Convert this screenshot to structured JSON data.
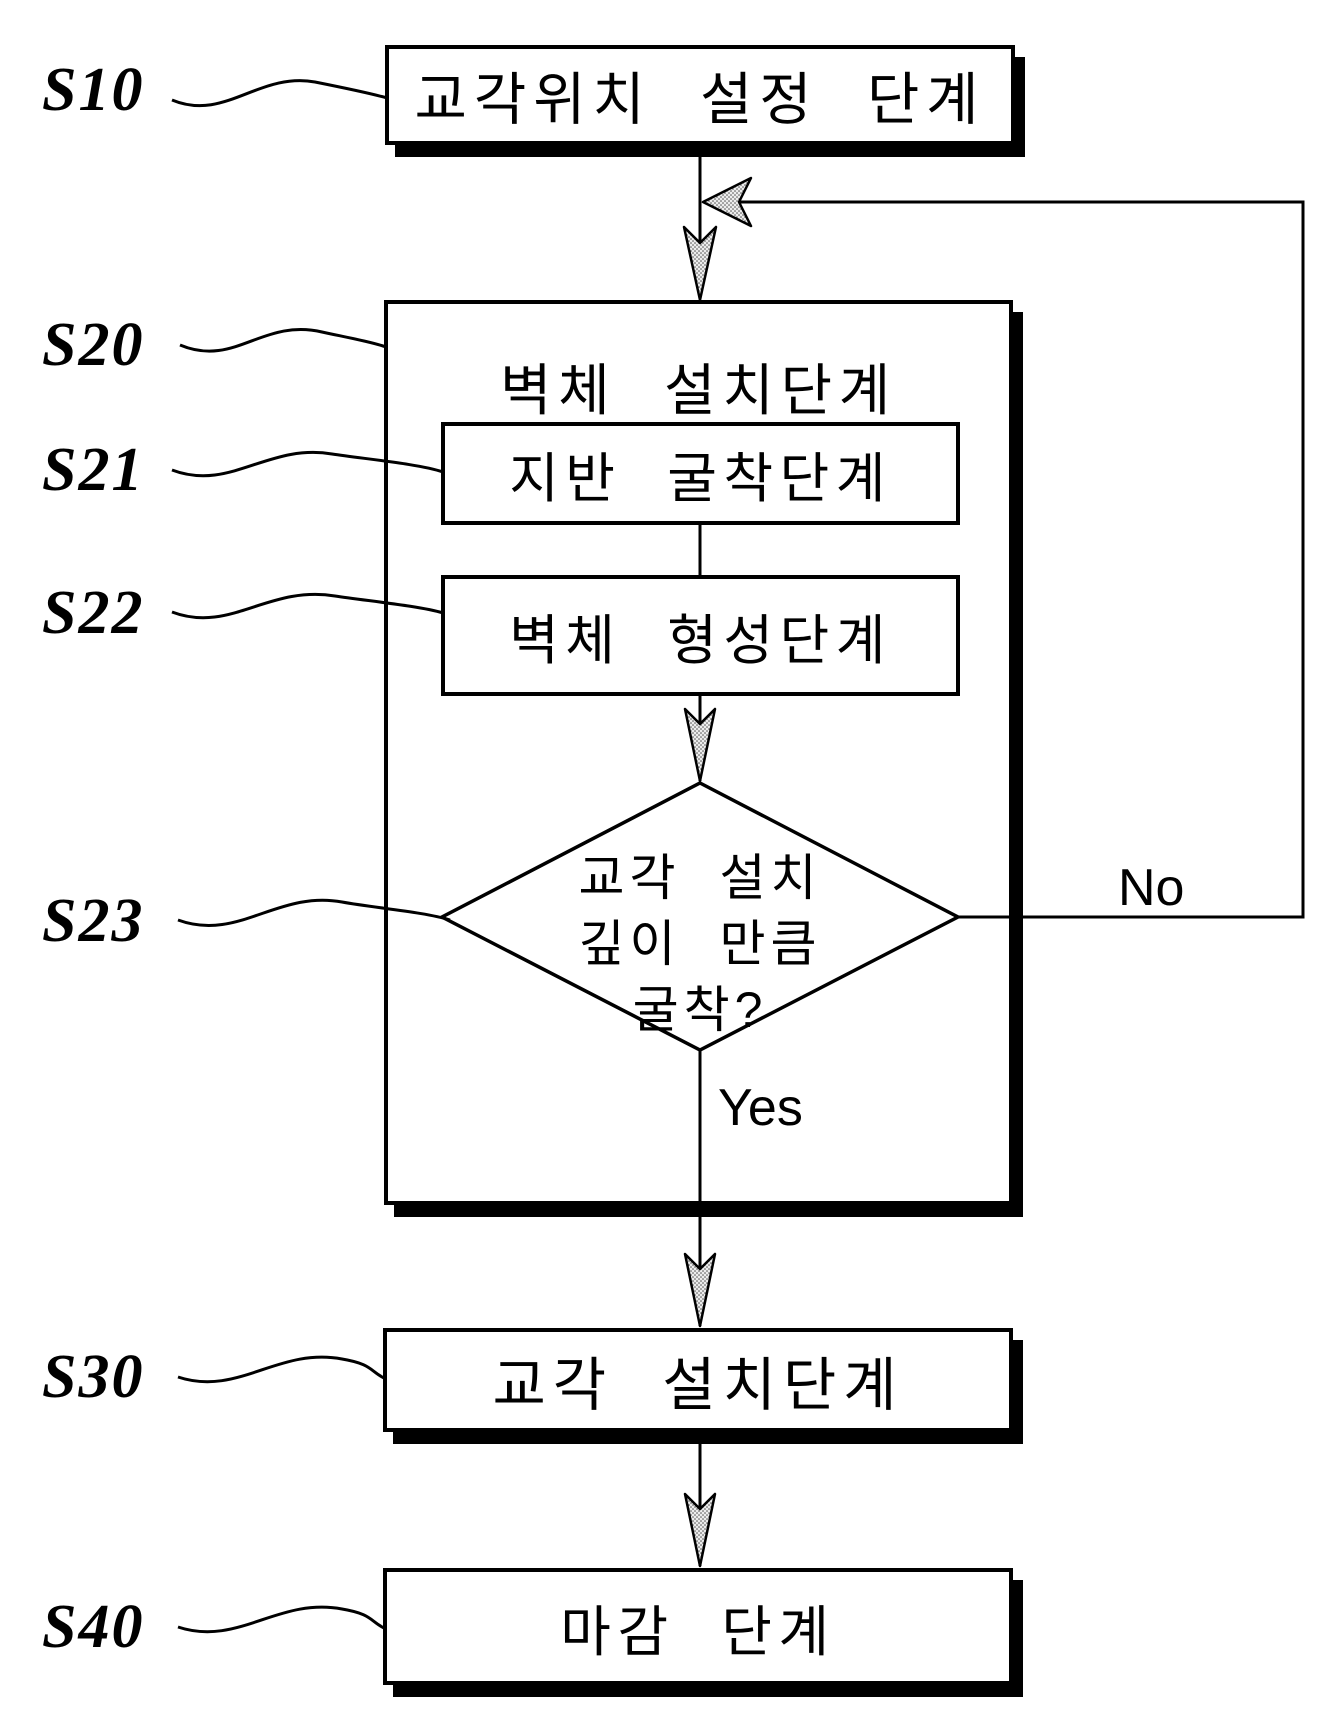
{
  "figure": {
    "type": "flowchart",
    "background_color": "#ffffff",
    "line_color": "#000000",
    "arrowhead_fill": "stippled-gray"
  },
  "nodes": {
    "s10": {
      "label": "S10",
      "text": "교각위치 설정 단계",
      "shape": "rect"
    },
    "s20": {
      "label": "S20",
      "text": "벽체 설치단계",
      "shape": "rect-container"
    },
    "s21": {
      "label": "S21",
      "text": "지반 굴착단계",
      "shape": "rect"
    },
    "s22": {
      "label": "S22",
      "text": "벽체 형성단계",
      "shape": "rect"
    },
    "s23": {
      "label": "S23",
      "line1": "교각 설치",
      "line2": "깊이 만큼",
      "line3": "굴착?",
      "shape": "diamond"
    },
    "s30": {
      "label": "S30",
      "text": "교각 설치단계",
      "shape": "rect"
    },
    "s40": {
      "label": "S40",
      "text": "마감 단계",
      "shape": "rect"
    }
  },
  "edges": {
    "yes_label": "Yes",
    "no_label": "No",
    "flow": [
      "s10 -> s20",
      "s21 -> s22",
      "s22 -> s23",
      "s23 -No-> loop back to arrow above s20",
      "s23 -Yes-> s30",
      "s30 -> s40"
    ]
  }
}
